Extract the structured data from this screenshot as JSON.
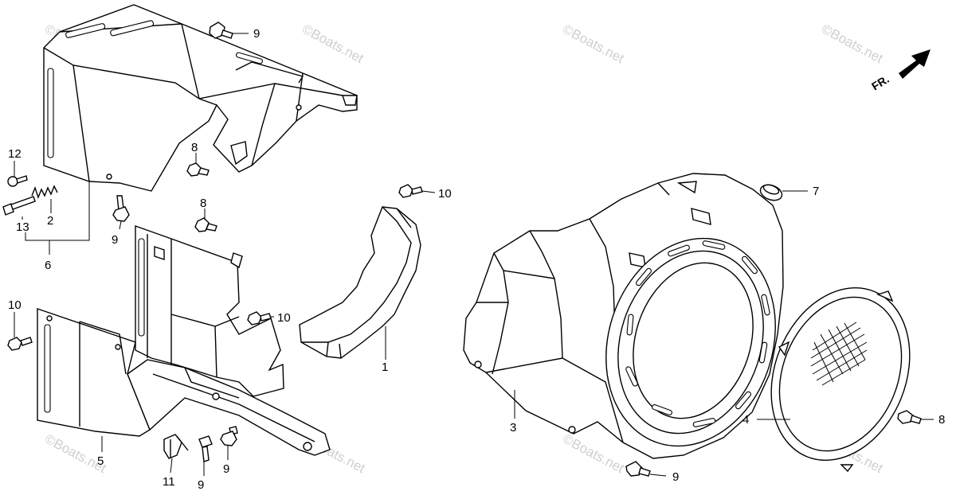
{
  "watermark": "©Boats.net",
  "front_indicator": {
    "text": "FR.",
    "icon": "arrow-icon"
  },
  "callouts": {
    "c1": "1",
    "c2": "2",
    "c3": "3",
    "c4": "4",
    "c5": "5",
    "c6": "6",
    "c7": "7",
    "c8a": "8",
    "c8b": "8",
    "c8c": "8",
    "c9a": "9",
    "c9b": "9",
    "c9c": "9",
    "c9d": "9",
    "c9e": "9",
    "c10a": "10",
    "c10b": "10",
    "c10c": "10",
    "c11": "11",
    "c12": "12",
    "c13": "13"
  }
}
